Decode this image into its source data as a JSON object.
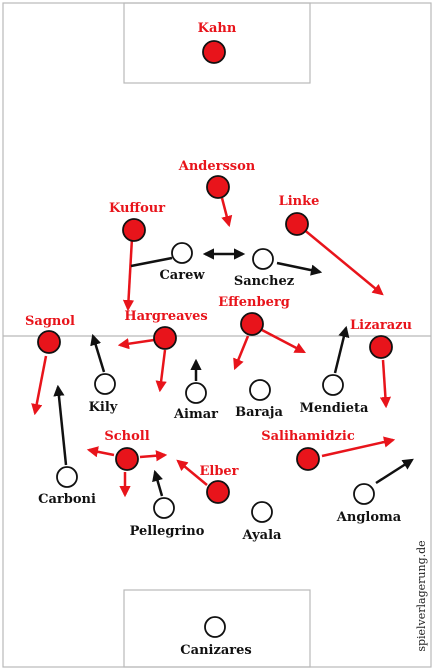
{
  "colors": {
    "red_team": "#e8141b",
    "black_team": "#111111",
    "lines": "#b9b9b9"
  },
  "red_players": [
    {
      "id": "kahn",
      "name": "Kahn"
    },
    {
      "id": "andersson",
      "name": "Andersson"
    },
    {
      "id": "kuffour",
      "name": "Kuffour"
    },
    {
      "id": "linke",
      "name": "Linke"
    },
    {
      "id": "sagnol",
      "name": "Sagnol"
    },
    {
      "id": "hargreaves",
      "name": "Hargreaves"
    },
    {
      "id": "effenberg",
      "name": "Effenberg"
    },
    {
      "id": "lizarazu",
      "name": "Lizarazu"
    },
    {
      "id": "scholl",
      "name": "Scholl"
    },
    {
      "id": "salihamidzic",
      "name": "Salihamidzic"
    },
    {
      "id": "elber",
      "name": "Elber"
    }
  ],
  "black_players": [
    {
      "id": "carew",
      "name": "Carew"
    },
    {
      "id": "sanchez",
      "name": "Sanchez"
    },
    {
      "id": "kily",
      "name": "Kily"
    },
    {
      "id": "aimar",
      "name": "Aimar"
    },
    {
      "id": "baraja",
      "name": "Baraja"
    },
    {
      "id": "mendieta",
      "name": "Mendieta"
    },
    {
      "id": "carboni",
      "name": "Carboni"
    },
    {
      "id": "pellegrino",
      "name": "Pellegrino"
    },
    {
      "id": "ayala",
      "name": "Ayala"
    },
    {
      "id": "angloma",
      "name": "Angloma"
    },
    {
      "id": "canizares",
      "name": "Canizares"
    }
  ],
  "watermark": "spielverlagerung.de"
}
